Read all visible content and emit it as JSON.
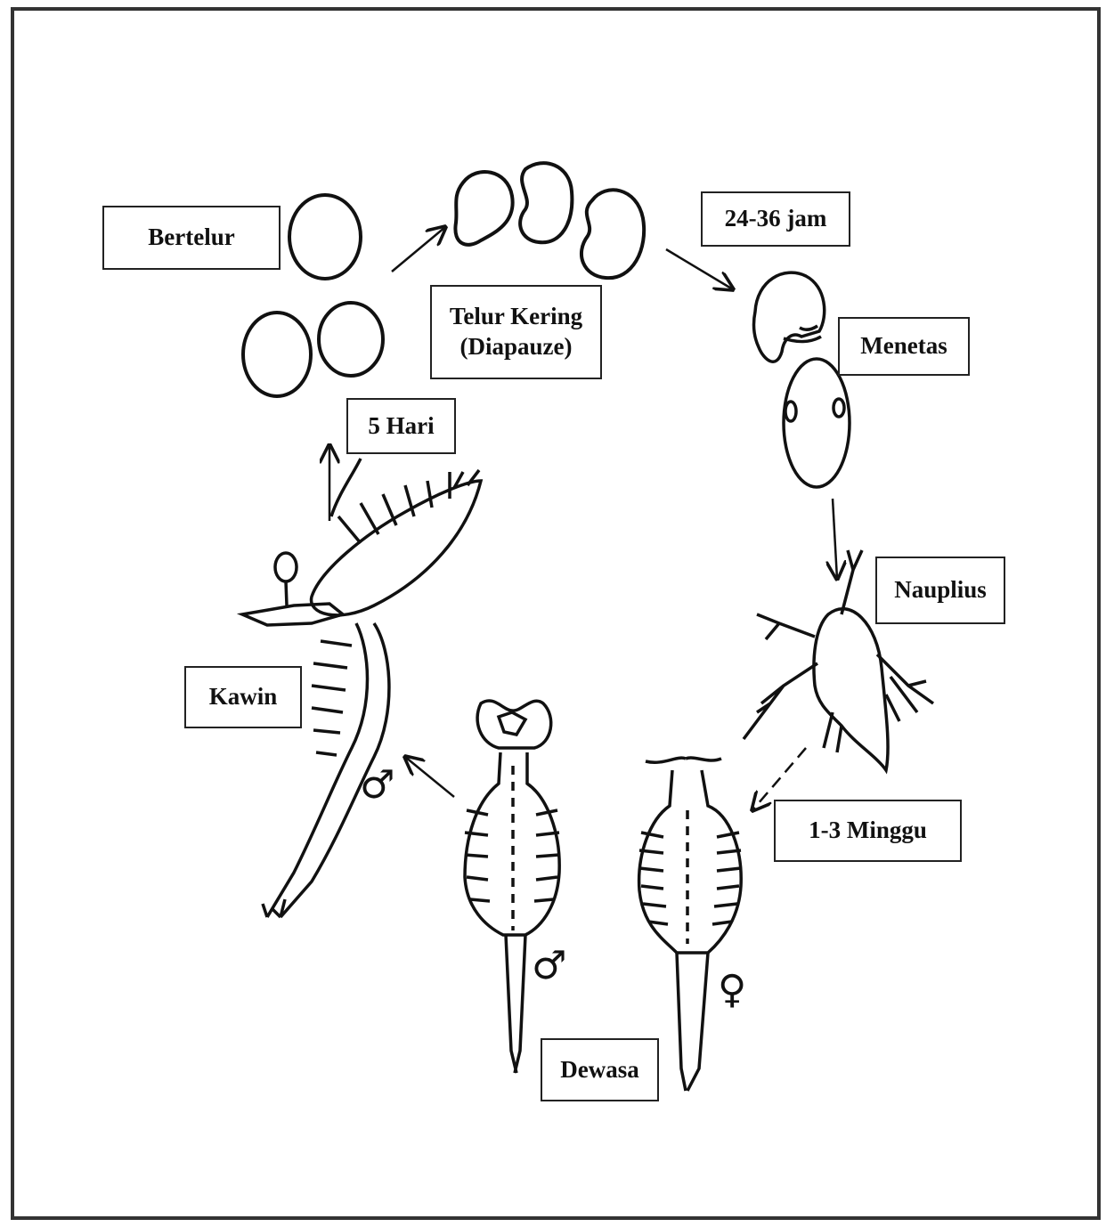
{
  "labels": {
    "bertelur": "Bertelur",
    "telur_kering_line1": "Telur Kering",
    "telur_kering_line2": "(Diapauze)",
    "jam": "24-36 jam",
    "menetas": "Menetas",
    "nauplius": "Nauplius",
    "minggu": "1-3 Minggu",
    "dewasa": "Dewasa",
    "kawin": "Kawin",
    "hari": "5 Hari"
  },
  "symbols": {
    "male": "♂",
    "female": "♀"
  }
}
